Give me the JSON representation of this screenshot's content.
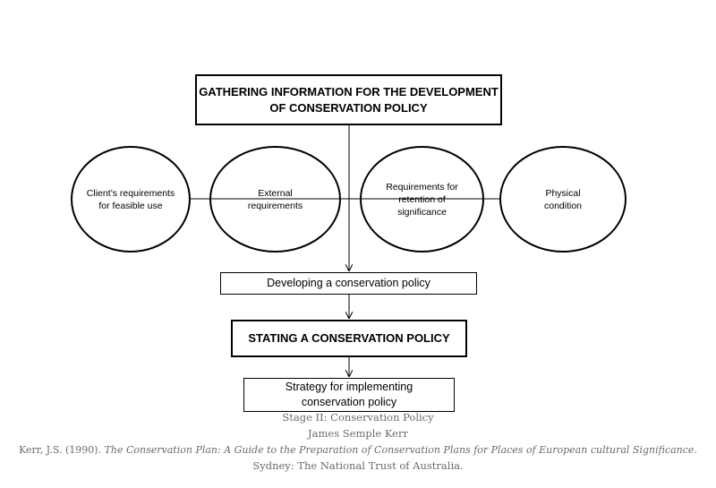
{
  "diagram": {
    "header_box": "GATHERING INFORMATION FOR THE DEVELOPMENT OF CONSERVATION POLICY",
    "ellipses": [
      "Client’s requirements for feasible use",
      "External requirements",
      "Requirements for retention of significance",
      "Physical condition"
    ],
    "step1": "Developing a conservation policy",
    "step2": "STATING A CONSERVATION POLICY",
    "step3": "Strategy for implementing conservation policy"
  },
  "caption": {
    "stage": "Stage II: Conservation Policy",
    "author": "James Semple Kerr",
    "citation_prefix": "Kerr, J.S. (1990). ",
    "citation_title": "The Conservation Plan: A Guide to the Preparation of Conservation Plans for Places of European cultural Significance.",
    "citation_publisher": "Sydney: The National Trust of Australia."
  }
}
